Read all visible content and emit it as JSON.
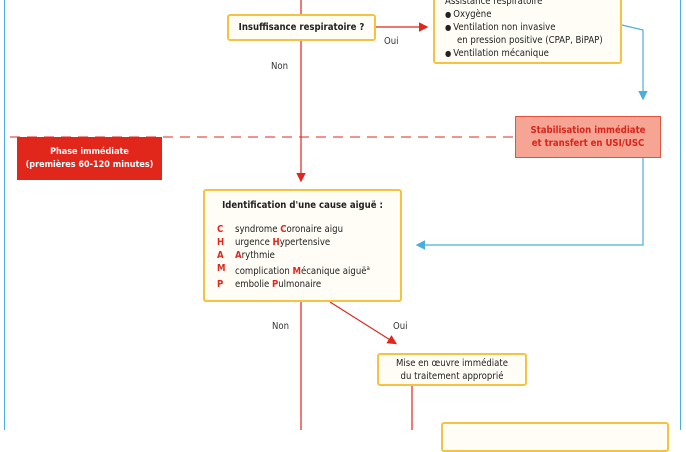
{
  "top_question": "Insuffisance respiratoire ?",
  "oui_1": "Oui",
  "non_1": "Non",
  "assistance": {
    "title": "Assistance respiratoire",
    "items": [
      "Oxygène",
      "Ventilation non invasive",
      "Ventilation mécanique"
    ],
    "item2_cont": "en pression positive (CPAP, BiPAP)"
  },
  "stabilisation": {
    "line1": "Stabilisation immédiate",
    "line2": "et transfert en USI/USC"
  },
  "phase": {
    "line1": "Phase immédiate",
    "line2": "(premières 60-120 minutes)"
  },
  "cause": {
    "title": "Identification d'une cause aiguë :",
    "rows": [
      {
        "letter": "C",
        "pre": "syndrome ",
        "hl": "C",
        "post": "oronaire aigu"
      },
      {
        "letter": "H",
        "pre": "urgence ",
        "hl": "H",
        "post": "ypertensive"
      },
      {
        "letter": "A",
        "pre": "",
        "hl": "A",
        "post": "rythmie"
      },
      {
        "letter": "M",
        "pre": "complication ",
        "hl": "M",
        "post": "écanique aiguë",
        "sup": "a"
      },
      {
        "letter": "P",
        "pre": "embolie ",
        "hl": "P",
        "post": "ulmonaire"
      }
    ]
  },
  "non_2": "Non",
  "oui_2": "Oui",
  "traitement": {
    "line1": "Mise en œuvre immédiate",
    "line2": "du traitement approprié"
  },
  "colors": {
    "red": "#e1261c",
    "blue": "#4aaedc",
    "yellow": "#f5c342",
    "salmon": "#f6a594"
  }
}
